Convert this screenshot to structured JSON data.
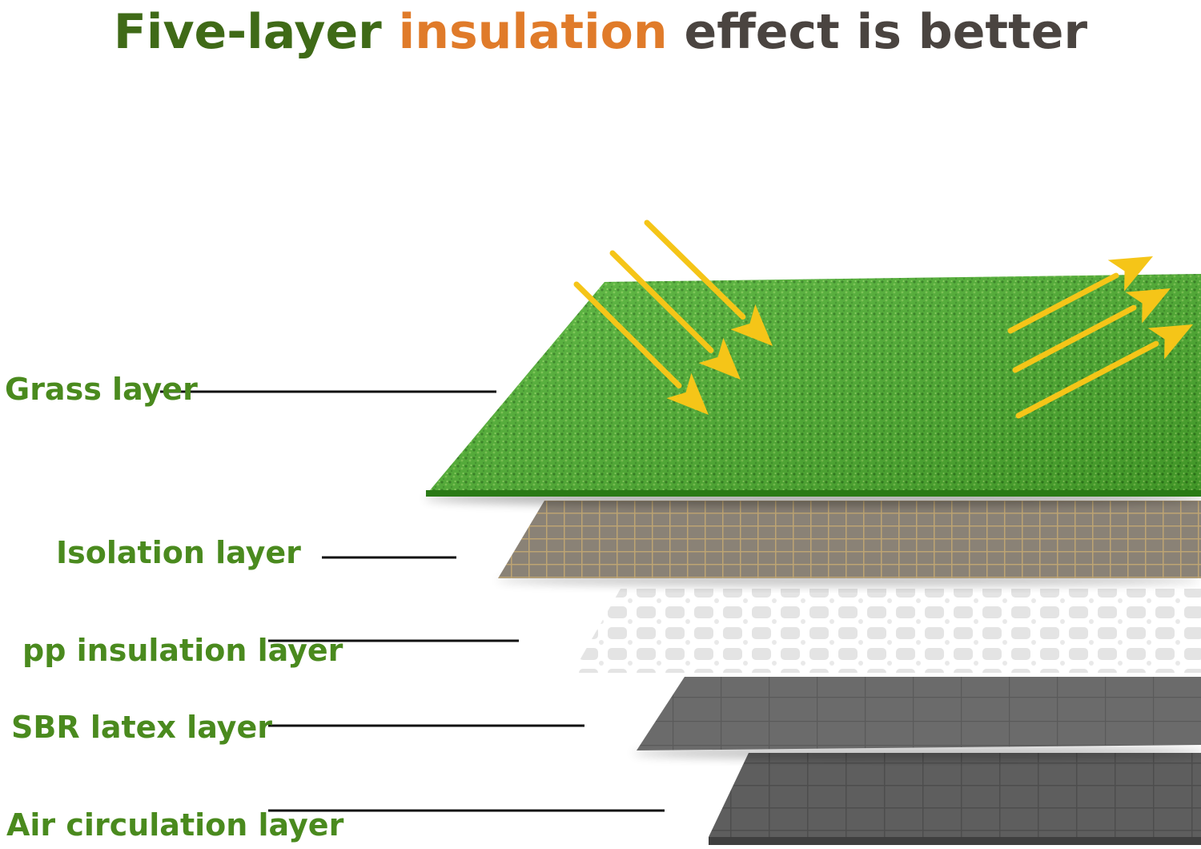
{
  "title": {
    "part1": "Five-layer ",
    "part2": "insulation",
    "part3": " effect is better",
    "color1": "#3f6a17",
    "color2": "#e07b2a",
    "color3": "#4a4440"
  },
  "label_color": "#4a8a1e",
  "arrow_color": "#f5c518",
  "layers": [
    {
      "id": "grass",
      "label": "Grass layer",
      "color": "#4caf2e"
    },
    {
      "id": "isolation",
      "label": "Isolation layer",
      "color": "#8a8276"
    },
    {
      "id": "pp",
      "label": "pp insulation layer",
      "color": "#e6e6e6"
    },
    {
      "id": "sbr",
      "label": "SBR latex layer",
      "color": "#6b6b6b"
    },
    {
      "id": "air",
      "label": "Air circulation layer",
      "color": "#5e5e5e"
    }
  ]
}
